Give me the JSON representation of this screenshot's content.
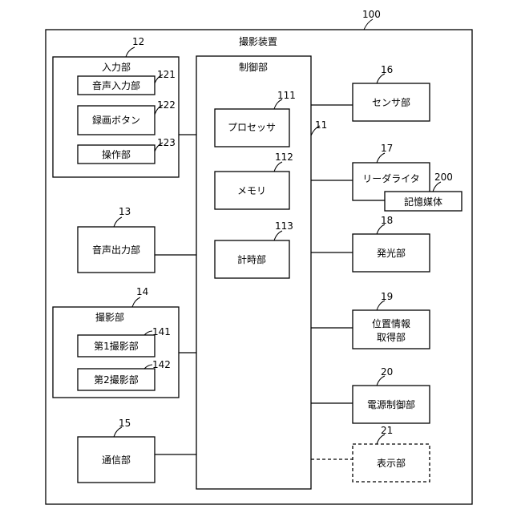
{
  "diagram": {
    "refs": {
      "r100": "100",
      "r12": "12",
      "r121": "121",
      "r122": "122",
      "r123": "123",
      "r11": "11",
      "r111": "111",
      "r112": "112",
      "r113": "113",
      "r13": "13",
      "r14": "14",
      "r141": "141",
      "r142": "142",
      "r15": "15",
      "r16": "16",
      "r17": "17",
      "r200": "200",
      "r18": "18",
      "r19": "19",
      "r20": "20",
      "r21": "21"
    },
    "labels": {
      "device": "撮影装置",
      "input_unit": "入力部",
      "audio_input": "音声入力部",
      "record_button": "録画ボタン",
      "operation_unit": "操作部",
      "control_unit": "制御部",
      "processor": "プロセッサ",
      "memory": "メモリ",
      "timer": "計時部",
      "audio_output": "音声出力部",
      "imaging_unit": "撮影部",
      "imaging_1": "第1撮影部",
      "imaging_2": "第2撮影部",
      "communication": "通信部",
      "sensor": "センサ部",
      "reader_writer": "リーダライタ",
      "storage_medium": "記憶媒体",
      "light_emitter": "発光部",
      "location_line1": "位置情報",
      "location_line2": "取得部",
      "power_control": "電源制御部",
      "display": "表示部"
    }
  }
}
